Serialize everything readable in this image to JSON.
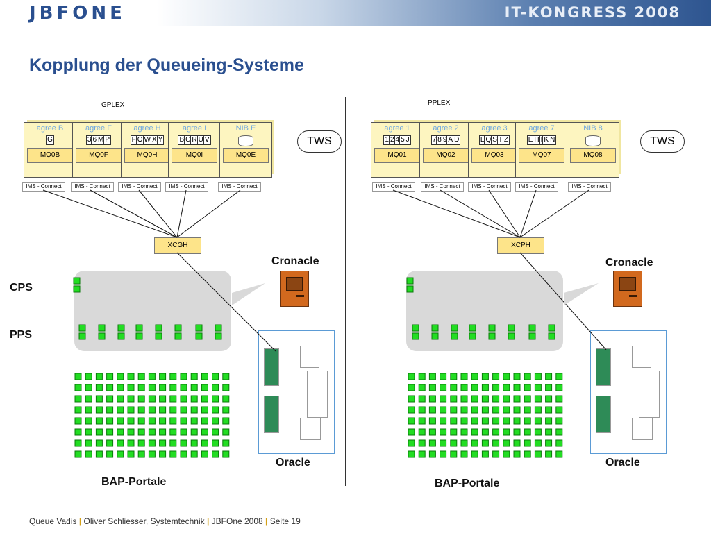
{
  "header": {
    "logo": "JBFONE",
    "event": "IT-KONGRESS 2008"
  },
  "title": "Kopplung der Queueing-Systeme",
  "left": {
    "plex": "GPLEX",
    "servers": [
      {
        "agree": "agree B",
        "letters": [
          "G"
        ],
        "mq": "MQ0B"
      },
      {
        "agree": "agree F",
        "letters": [
          "3",
          "6",
          "M",
          "P"
        ],
        "mq": "MQ0F"
      },
      {
        "agree": "agree H",
        "letters": [
          "F",
          "O",
          "W",
          "X",
          "Y"
        ],
        "mq": "MQ0H"
      },
      {
        "agree": "agree I",
        "letters": [
          "B",
          "C",
          "R",
          "U",
          "V"
        ],
        "mq": "MQ0I"
      },
      {
        "agree": "NIB E",
        "letters": [],
        "mq": "MQ0E",
        "disk": true
      }
    ],
    "ims": "IMS - Connect",
    "xc": "XCGH",
    "tws": "TWS",
    "cronacle": "Cronacle",
    "oracle": "Oracle",
    "cps": "CPS",
    "pps": "PPS",
    "bap": "BAP-Portale"
  },
  "right": {
    "plex": "PPLEX",
    "servers": [
      {
        "agree": "agree 1",
        "letters": [
          "1",
          "2",
          "4",
          "5",
          "J"
        ],
        "mq": "MQ01"
      },
      {
        "agree": "agree 2",
        "letters": [
          "7",
          "8",
          "9",
          "A",
          "D"
        ],
        "mq": "MQ02"
      },
      {
        "agree": "agree 3",
        "letters": [
          "L",
          "Q",
          "S",
          "T",
          "Z"
        ],
        "mq": "MQ03"
      },
      {
        "agree": "agree 7",
        "letters": [
          "E",
          "H",
          "I",
          "K",
          "N"
        ],
        "mq": "MQ07"
      },
      {
        "agree": "NIB 8",
        "letters": [],
        "mq": "MQ08",
        "disk": true
      }
    ],
    "ims": "IMS - Connect",
    "xc": "XCPH",
    "tws": "TWS",
    "cronacle": "Cronacle",
    "oracle": "Oracle",
    "bap": "BAP-Portale"
  },
  "footer": {
    "parts": [
      "Queue Vadis",
      "Oliver Schliesser, Systemtechnik",
      "JBFOne 2008",
      "Seite 19"
    ],
    "sep": "|"
  },
  "colors": {
    "brand": "#2a4f8f",
    "server": "#fdf5c0",
    "mq": "#fde48a",
    "green": "#22dd22",
    "computer": "#d2691e",
    "accent": "#d4a017"
  }
}
